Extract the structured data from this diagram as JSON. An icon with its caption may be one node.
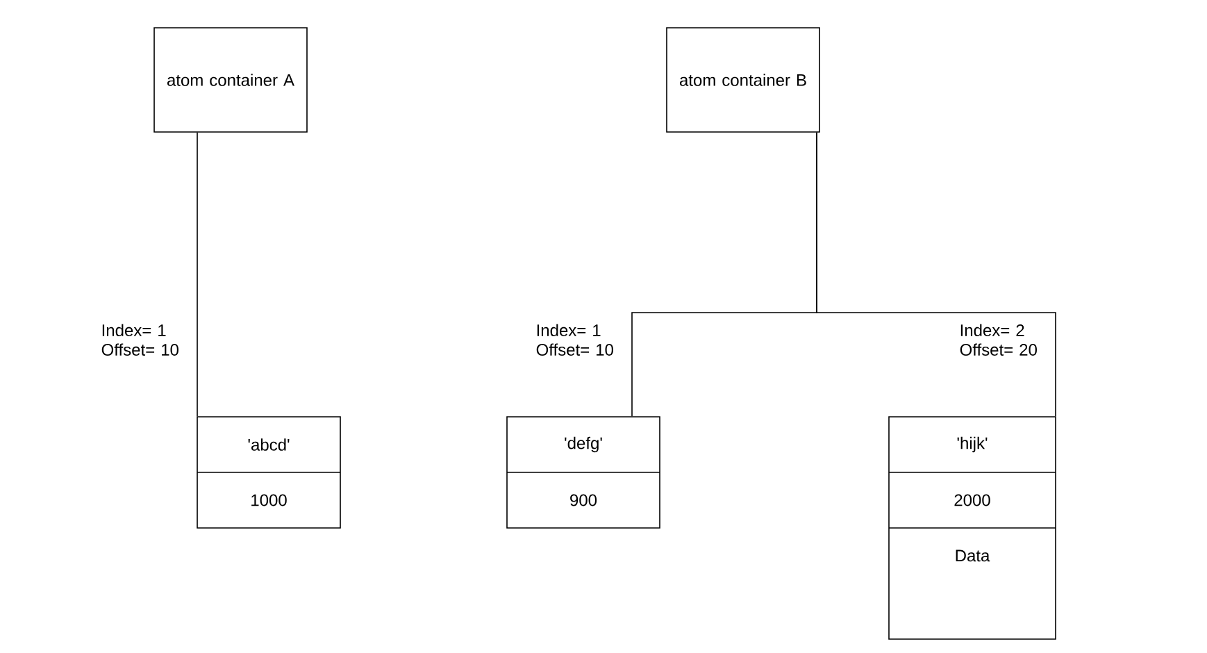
{
  "diagram": {
    "nodes": [
      {
        "text": [
          "atom container A"
        ]
      },
      {
        "text": [
          "atom container B"
        ]
      },
      {
        "text": [
          "'abcd'",
          "1000"
        ]
      },
      {
        "text": [
          "'defg'",
          "900"
        ]
      },
      {
        "text": [
          "'hijk'",
          "2000",
          "Data"
        ]
      }
    ],
    "edges": [
      {
        "from": 0,
        "to": 2,
        "arrow": "none",
        "label": "Index= 1 Offset= 10"
      },
      {
        "from": 1,
        "to": 3,
        "arrow": "none",
        "label": "Index= 1 Offset= 10"
      },
      {
        "from": 1,
        "to": 4,
        "arrow": "none",
        "label": "Index= 2 Offset= 20"
      }
    ]
  }
}
